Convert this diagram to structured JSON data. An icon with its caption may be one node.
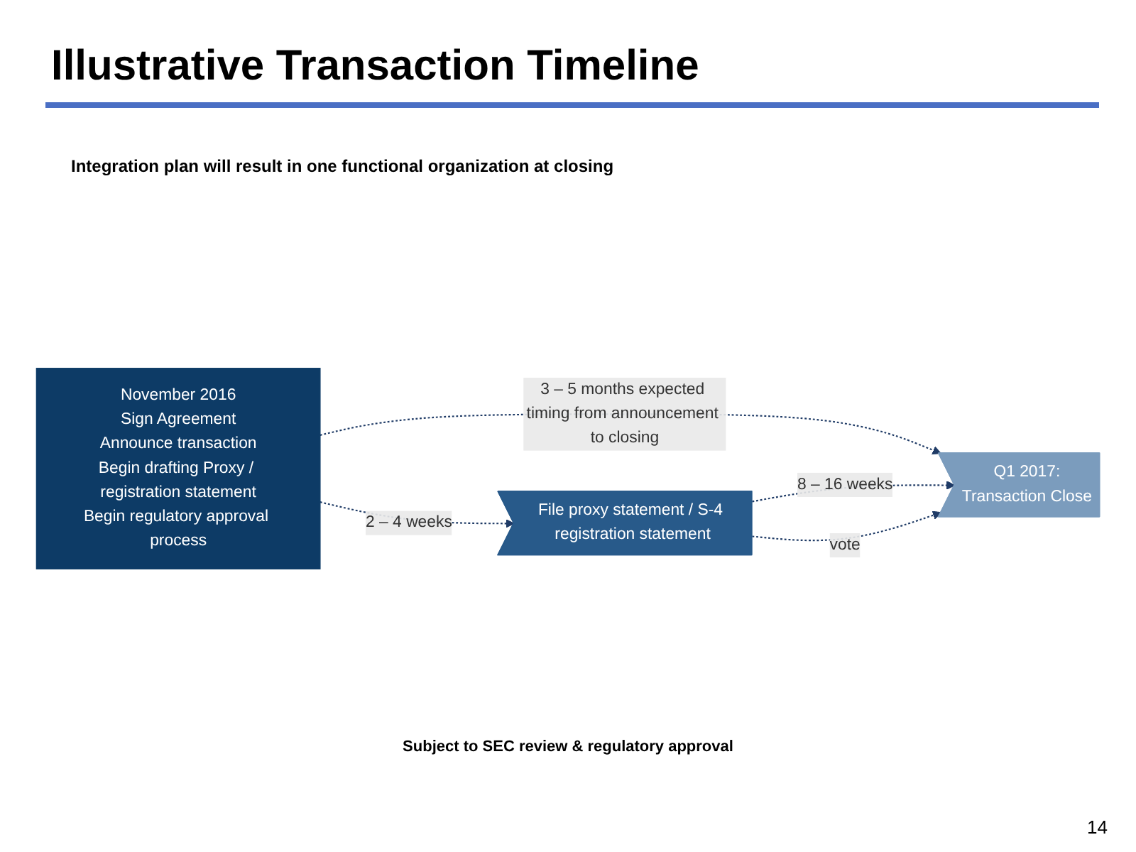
{
  "diagram": {
    "title": "Illustrative Transaction Timeline",
    "nodes": [
      {
        "text": [
          "November 2016",
          "Sign Agreement",
          "Announce transaction",
          "Begin drafting Proxy / registration statement",
          "Begin regulatory approval process"
        ]
      },
      {
        "text": [
          "File proxy statement / S-4 registration statement"
        ]
      },
      {
        "text": [
          "Q1 2017:",
          "Transaction Close"
        ]
      }
    ],
    "edges": [
      {
        "from": 0,
        "to": 2,
        "arrow": "to",
        "style": "dashed",
        "label": "3 – 5 months expected timing from announcement to closing"
      },
      {
        "from": 1,
        "to": 2,
        "arrow": "to",
        "style": "dashed",
        "label": "8 – 16 weeks"
      },
      {
        "from": 0,
        "to": 1,
        "arrow": "to",
        "style": "dashed",
        "label": "2 – 4 weeks"
      },
      {
        "from": 1,
        "to": 2,
        "arrow": "to",
        "style": "dashed",
        "label": "vote"
      }
    ],
    "labels": [
      "Integration plan will result in one functional organization at closing",
      "Subject to SEC review & regulatory approval",
      "14"
    ]
  }
}
